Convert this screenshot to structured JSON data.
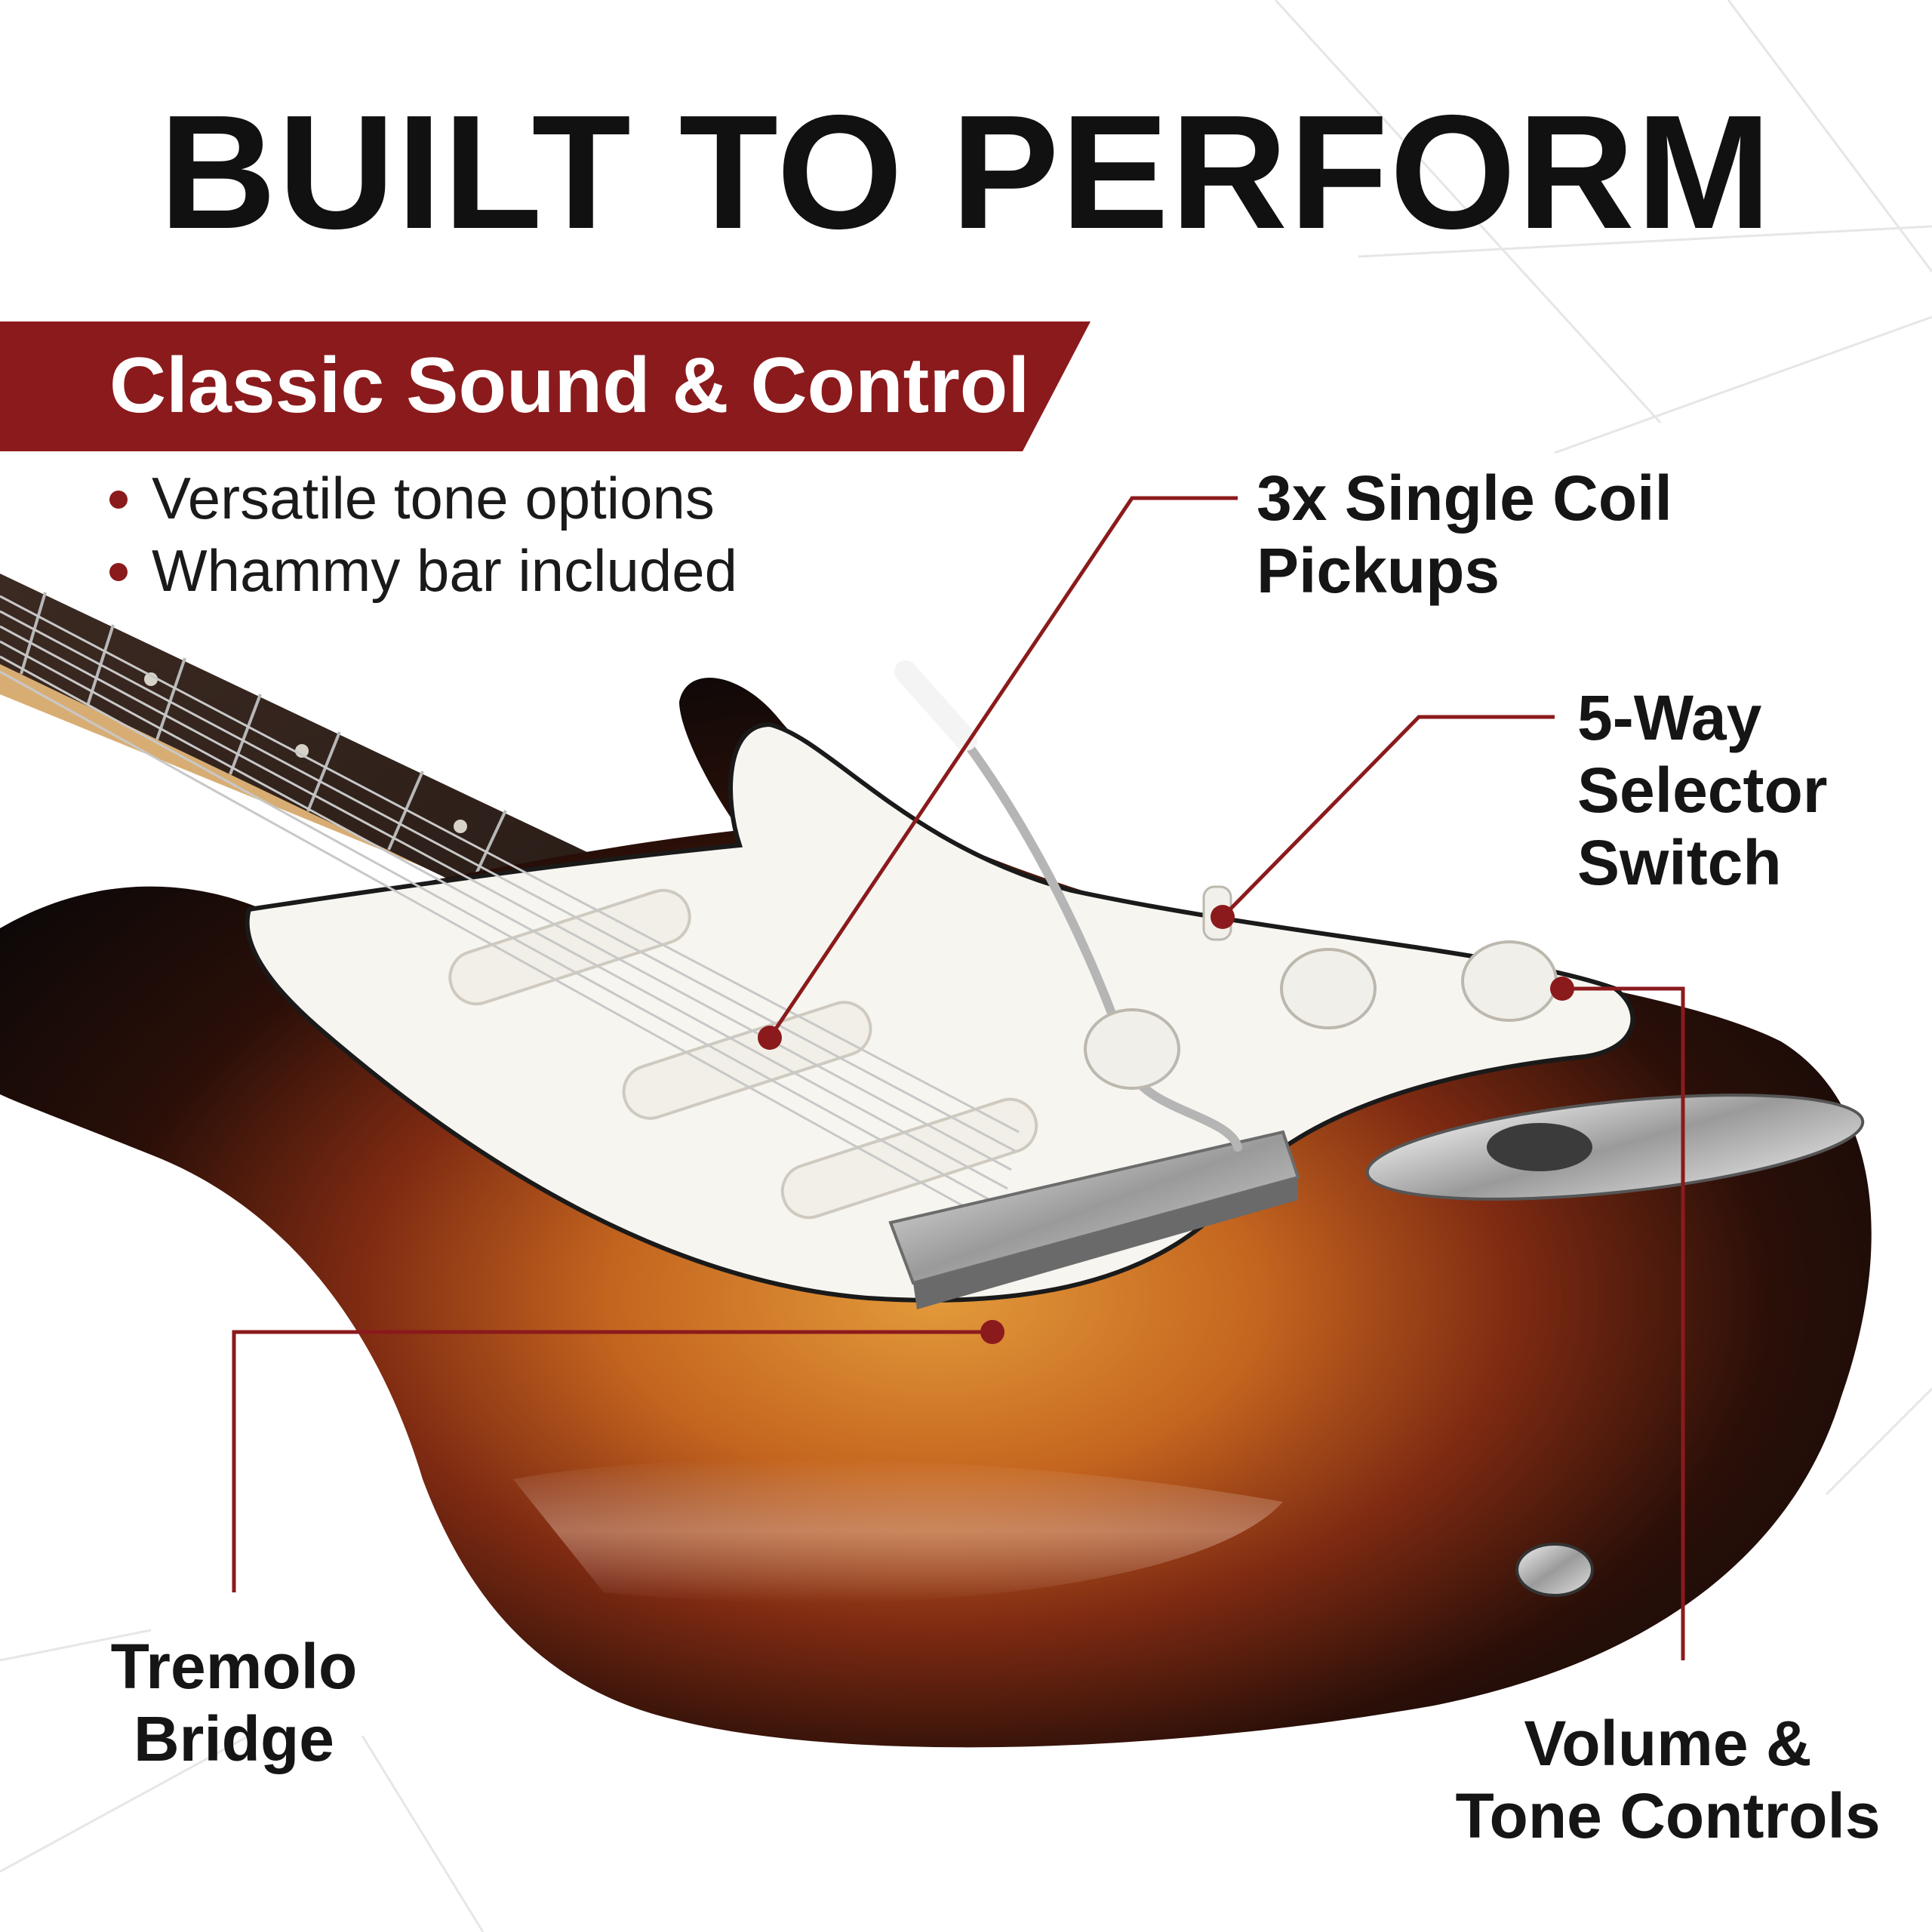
{
  "headline": "BUILT TO PERFORM",
  "banner": {
    "text": "Classic Sound & Control"
  },
  "bullets": [
    "Versatile tone options",
    "Whammy bar included"
  ],
  "callouts": {
    "pickups": [
      "3x Single Coil",
      "Pickups"
    ],
    "selector": [
      "5-Way",
      "Selector",
      "Switch"
    ],
    "tremolo": [
      "Tremolo",
      "Bridge"
    ],
    "controls": [
      "Volume &",
      "Tone Controls"
    ]
  },
  "colors": {
    "accent": "#8b1a1c",
    "headline": "#111111",
    "body_sunburst_center": "#d9822b",
    "body_sunburst_edge": "#0d0a09",
    "pickguard": "#f7f5f0"
  },
  "icons": [
    "electric-guitar-illustration",
    "bullet-dot",
    "callout-dot"
  ]
}
